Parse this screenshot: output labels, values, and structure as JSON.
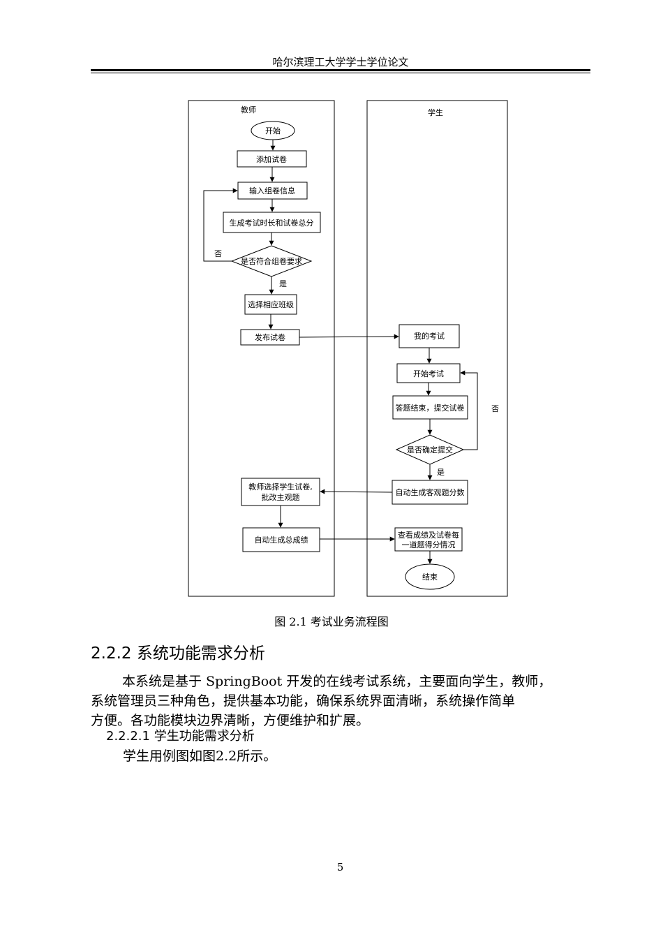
{
  "header": {
    "title": "哈尔滨理工大学学士学位论文"
  },
  "figure": {
    "lanes": {
      "teacher": "教师",
      "student": "学生"
    },
    "nodes": {
      "start": "开始",
      "add_paper": "添加试卷",
      "input_info": "输入组卷信息",
      "gen_time": "生成考试时长和试卷总分",
      "check_req": "是否符合组卷要求",
      "select_class": "选择相应班级",
      "publish": "发布试卷",
      "my_exam": "我的考试",
      "start_exam": "开始考试",
      "submit": "答题结束，提交试卷",
      "confirm": "是否确定提交",
      "auto_objective": "自动生成客观题分数",
      "teacher_grade_1": "教师选择学生试卷,",
      "teacher_grade_2": "批改主观题",
      "auto_total": "自动生成总成绩",
      "view_1": "查看成绩及试卷每",
      "view_2": "一道题得分情况",
      "end": "结束"
    },
    "labels": {
      "no_1": "否",
      "yes_1": "是",
      "no_2": "否",
      "yes_2": "是"
    },
    "caption": "图 2.1 考试业务流程图"
  },
  "section": {
    "heading": "2.2.2  系统功能需求分析",
    "para_1": "本系统是基于 SpringBoot 开发的在线考试系统，主要面向学生，教师，",
    "para_2": "系统管理员三种角色，提供基本功能，确保系统界面清晰，系统操作简单",
    "para_3": "方便。各功能模块边界清晰，方便维护和扩展。",
    "subheading": "2.2.2.1  学生功能需求分析",
    "para_4": "学生用例图如图2.2所示。"
  },
  "page_number": "5"
}
